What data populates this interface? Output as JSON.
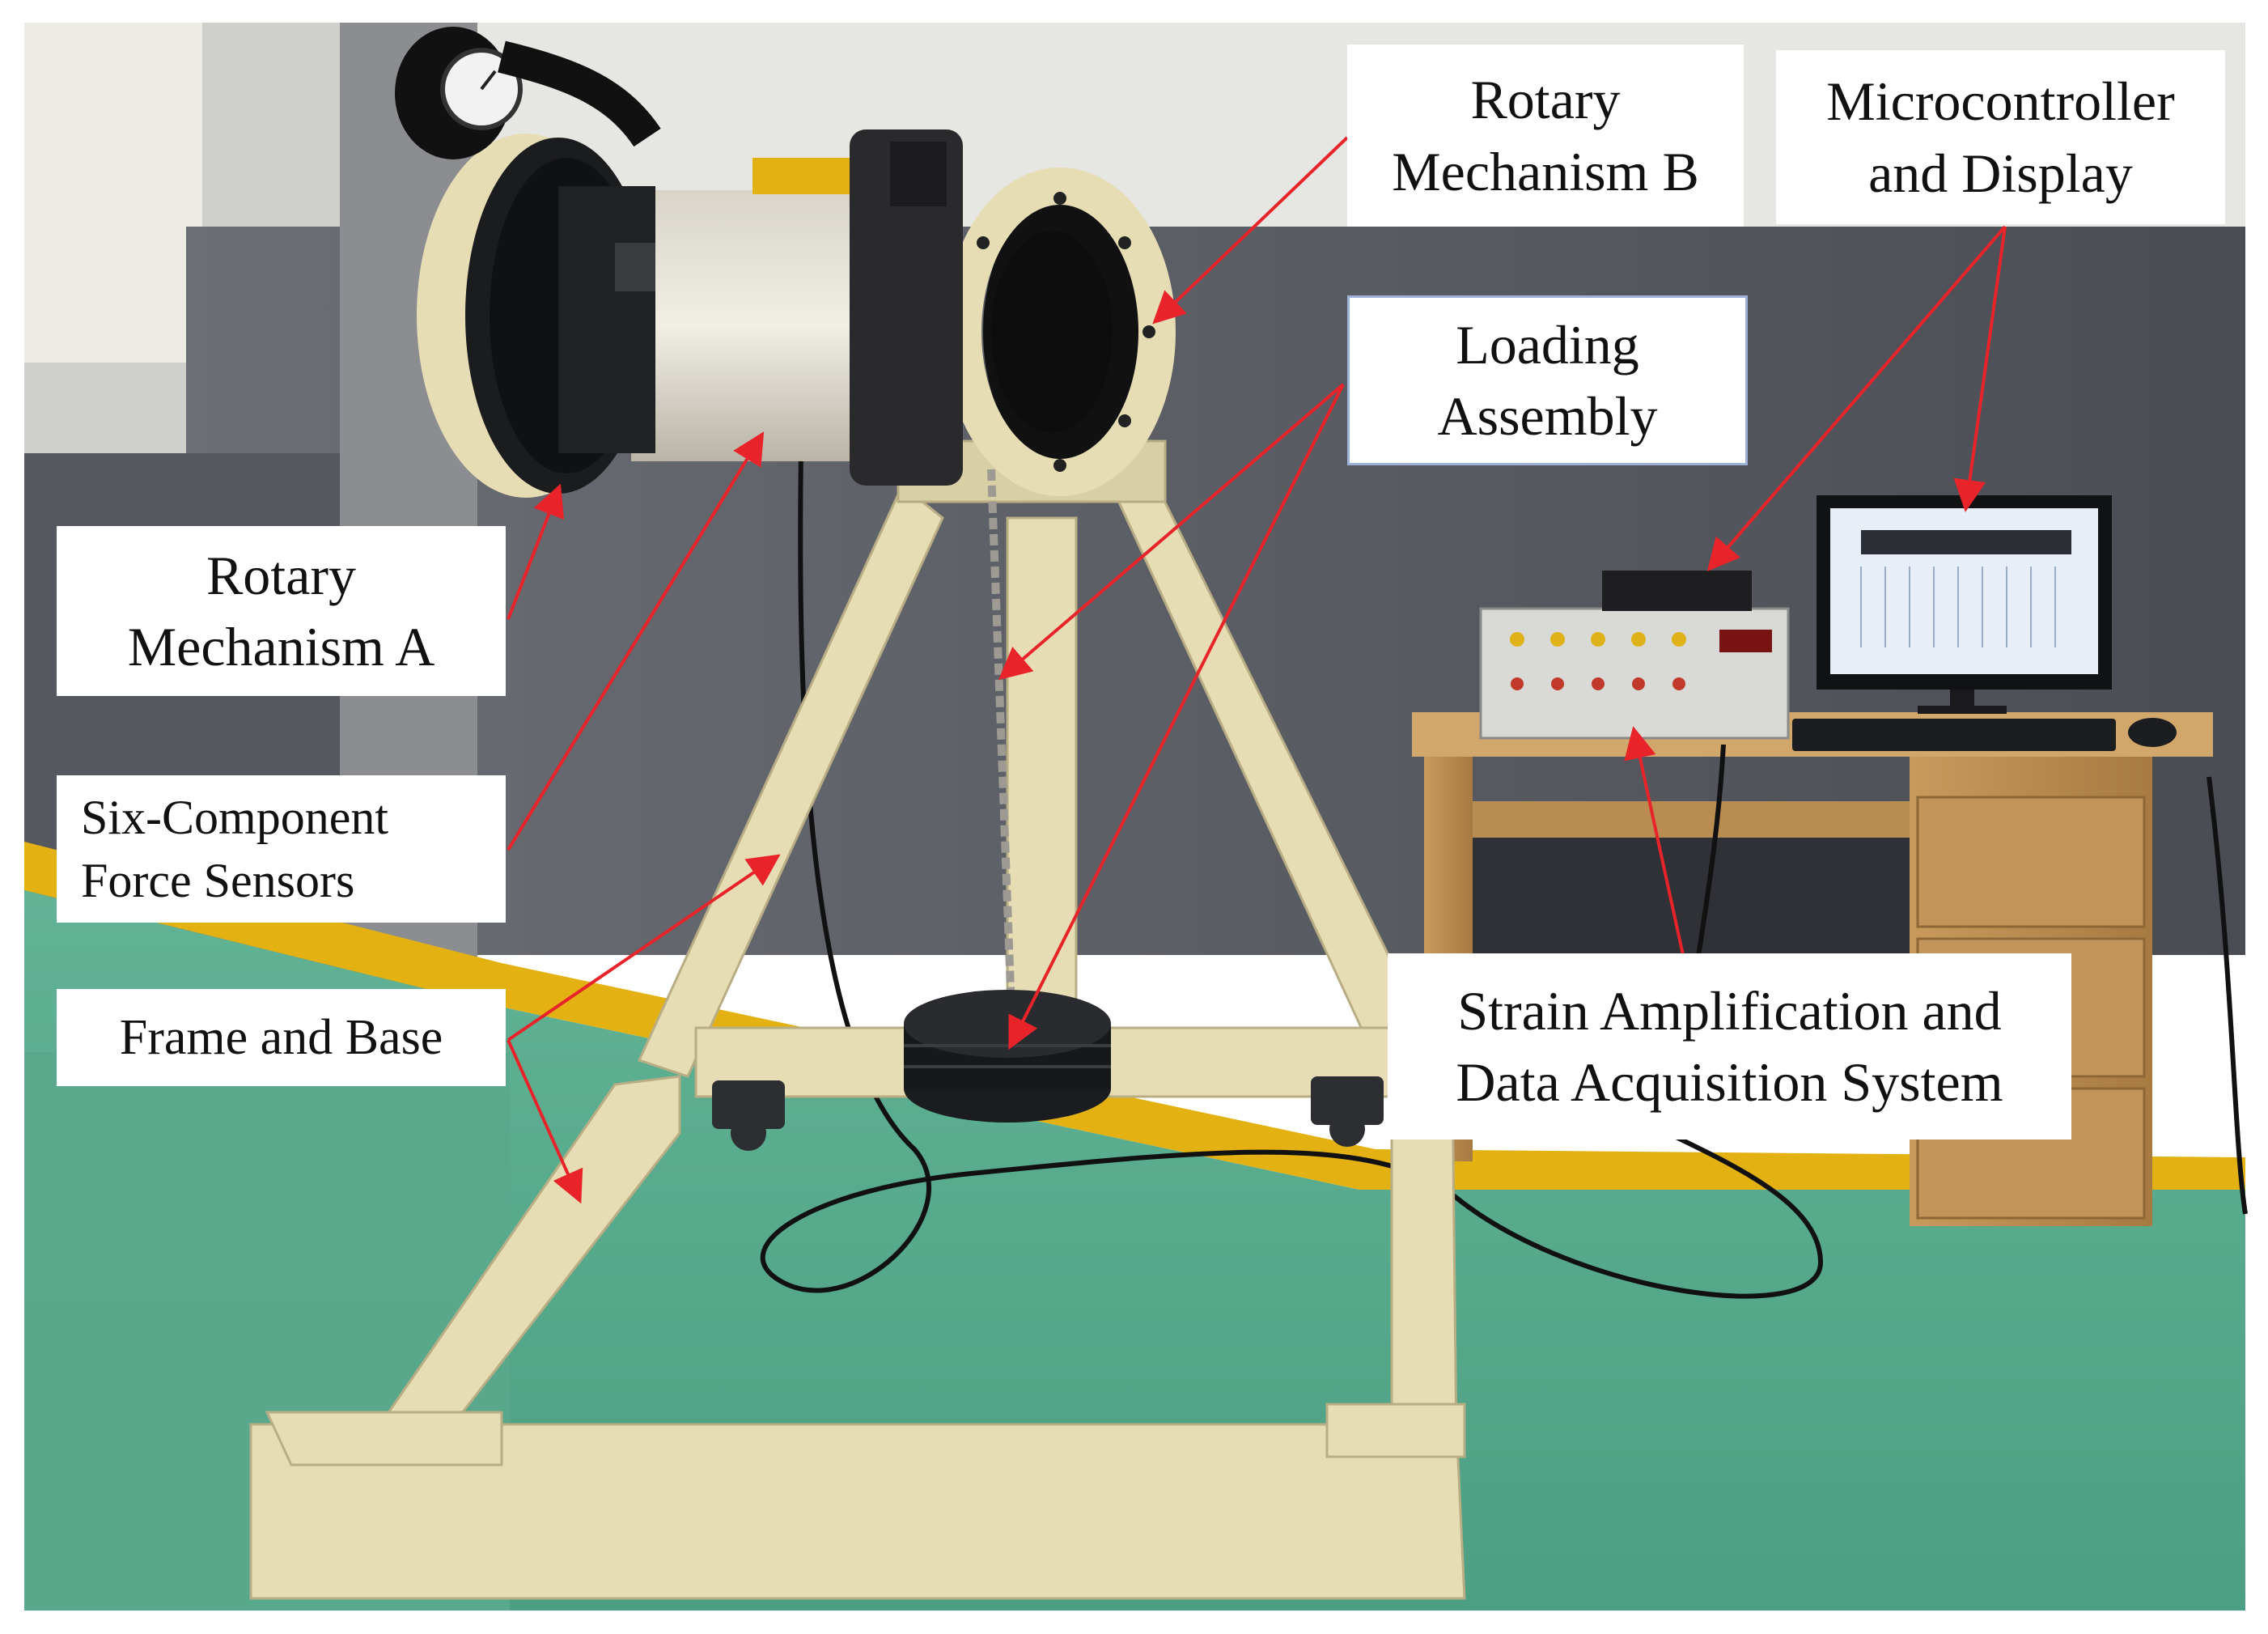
{
  "labels": {
    "rotary_b": [
      "Rotary",
      "Mechanism B"
    ],
    "microcontroller": [
      "Microcontroller",
      "and Display"
    ],
    "loading": [
      "Loading",
      "Assembly"
    ],
    "rotary_a": [
      "Rotary",
      "Mechanism A"
    ],
    "sensors": [
      "Six-Component",
      "Force Sensors"
    ],
    "frame": [
      "Frame and Base"
    ],
    "daq": [
      "Strain Amplification and",
      "Data Acquisition System"
    ]
  },
  "colors": {
    "arrow": "#e8242a",
    "floor": "#5aa98c",
    "wall": "#4e5157",
    "frame": "#e6ddb4",
    "yellow_stripe": "#e3b112"
  }
}
